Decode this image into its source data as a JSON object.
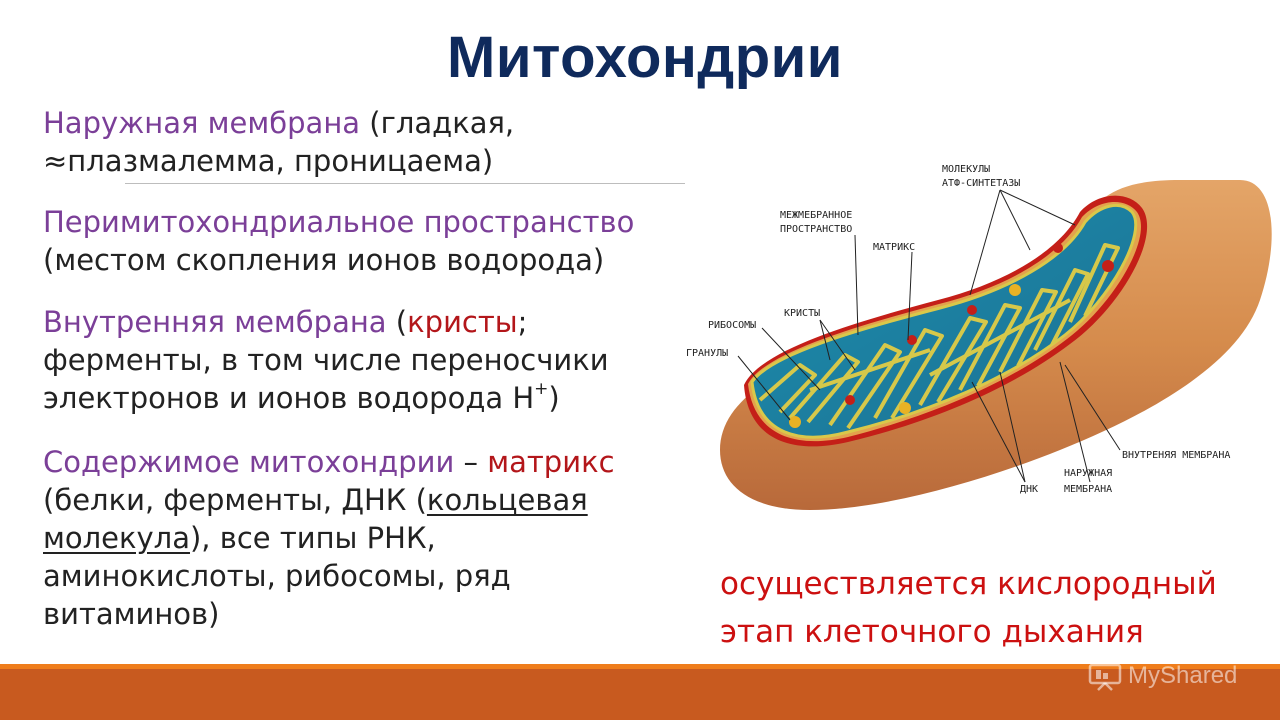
{
  "title": "Митохондрии",
  "para1": {
    "l1_purple": "Наружная мембрана",
    "l1_rest": " (гладкая,",
    "l2": "≈плазмалемма, проницаема)"
  },
  "para2": {
    "l1": "Перимитохондриальное пространство",
    "l2": "(местом скопления ионов водорода)"
  },
  "para3": {
    "l1_purple": "Внутренняя мембрана",
    "l1_open": " (",
    "l1_red": "кристы",
    "l1_end": ";",
    "l2": "ферменты, в том числе переносчики",
    "l3": "электронов и ионов водорода H",
    "l3_sup": "+",
    "l3_end": ")"
  },
  "para4": {
    "l1_purple": "Содержимое митохондрии",
    "l1_dash": " – ",
    "l1_red": "матрикс",
    "l2_start": "(белки, ферменты, ДНК (",
    "l2_ul": "кольцевая",
    "l3_ul": "молекула",
    "l3_rest": "), все типы РНК,",
    "l4": "аминокислоты, рибосомы, ряд",
    "l5": "витаминов)"
  },
  "diagram_labels": {
    "atp1": "МОЛЕКУЛЫ",
    "atp2": "АТФ-СИНТЕТАЗЫ",
    "inter1": "МЕЖМЕБРАННОЕ",
    "inter2": "ПРОСТРАНСТВО",
    "matrix": "МАТРИКС",
    "ribo": "РИБОСОМЫ",
    "cristae": "КРИСТЫ",
    "granules": "ГРАНУЛЫ",
    "inner": "ВНУТРЕНЯЯ МЕМБРАНА",
    "outer1": "НАРУЖНАЯ",
    "outer2": "МЕМБРАНА",
    "dna": "ДНК"
  },
  "callout": {
    "l1": "осуществляется кислородный",
    "l2": "этап клеточного дыхания"
  },
  "logo": {
    "text": "MyShared",
    "icon": "presentation-icon"
  },
  "colors": {
    "title": "#0f2a5c",
    "purple": "#7b3f98",
    "red": "#b3161a",
    "callout": "#cc1010",
    "bar": "#c85a1f",
    "bar_stripe": "#ef7d1b"
  }
}
